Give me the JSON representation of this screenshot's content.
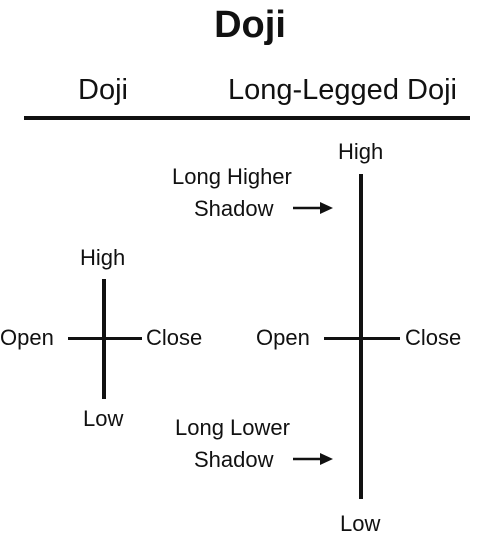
{
  "title": "Doji",
  "columns": {
    "left": "Doji",
    "right": "Long-Legged Doji"
  },
  "doji": {
    "high": "High",
    "low": "Low",
    "open": "Open",
    "close": "Close"
  },
  "long_legged_doji": {
    "high": "High",
    "low": "Low",
    "open": "Open",
    "close": "Close",
    "upper_shadow_line1": "Long Higher",
    "upper_shadow_line2": "Shadow",
    "lower_shadow_line1": "Long Lower",
    "lower_shadow_line2": "Shadow"
  },
  "icons": {
    "pointer": "arrow-right-icon"
  },
  "colors": {
    "ink": "#111111",
    "background": "#ffffff"
  }
}
